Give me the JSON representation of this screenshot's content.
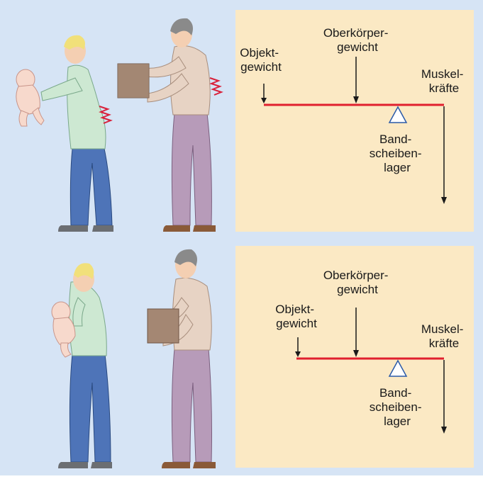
{
  "colors": {
    "background": "#d6e4f5",
    "panel": "#fbe9c4",
    "lever_beam": "#e0202e",
    "arrow": "#1a1a1a",
    "pain_mark": "#d9203a",
    "fulcrum_fill": "#ffffff",
    "fulcrum_stroke": "#2a5aa8"
  },
  "panels": [
    {
      "situation": "far-from-body",
      "labels": {
        "object_weight": [
          "Objekt-",
          "gewicht"
        ],
        "upper_body_weight": [
          "Oberkörper-",
          "gewicht"
        ],
        "muscle_forces": [
          "Muskel-",
          "kräfte"
        ],
        "disc_fulcrum": [
          "Band-",
          "scheiben-",
          "lager"
        ]
      }
    },
    {
      "situation": "close-to-body",
      "labels": {
        "object_weight": [
          "Objekt-",
          "gewicht"
        ],
        "upper_body_weight": [
          "Oberkörper-",
          "gewicht"
        ],
        "muscle_forces": [
          "Muskel-",
          "kräfte"
        ],
        "disc_fulcrum": [
          "Band-",
          "scheiben-",
          "lager"
        ]
      }
    }
  ]
}
